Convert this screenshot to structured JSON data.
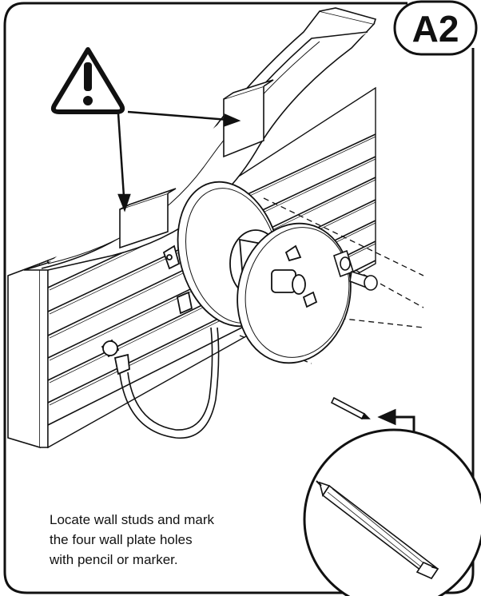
{
  "step_badge": "A2",
  "instructions": [
    "Locate wall studs and mark",
    "the four wall plate holes",
    "with pencil or marker."
  ]
}
